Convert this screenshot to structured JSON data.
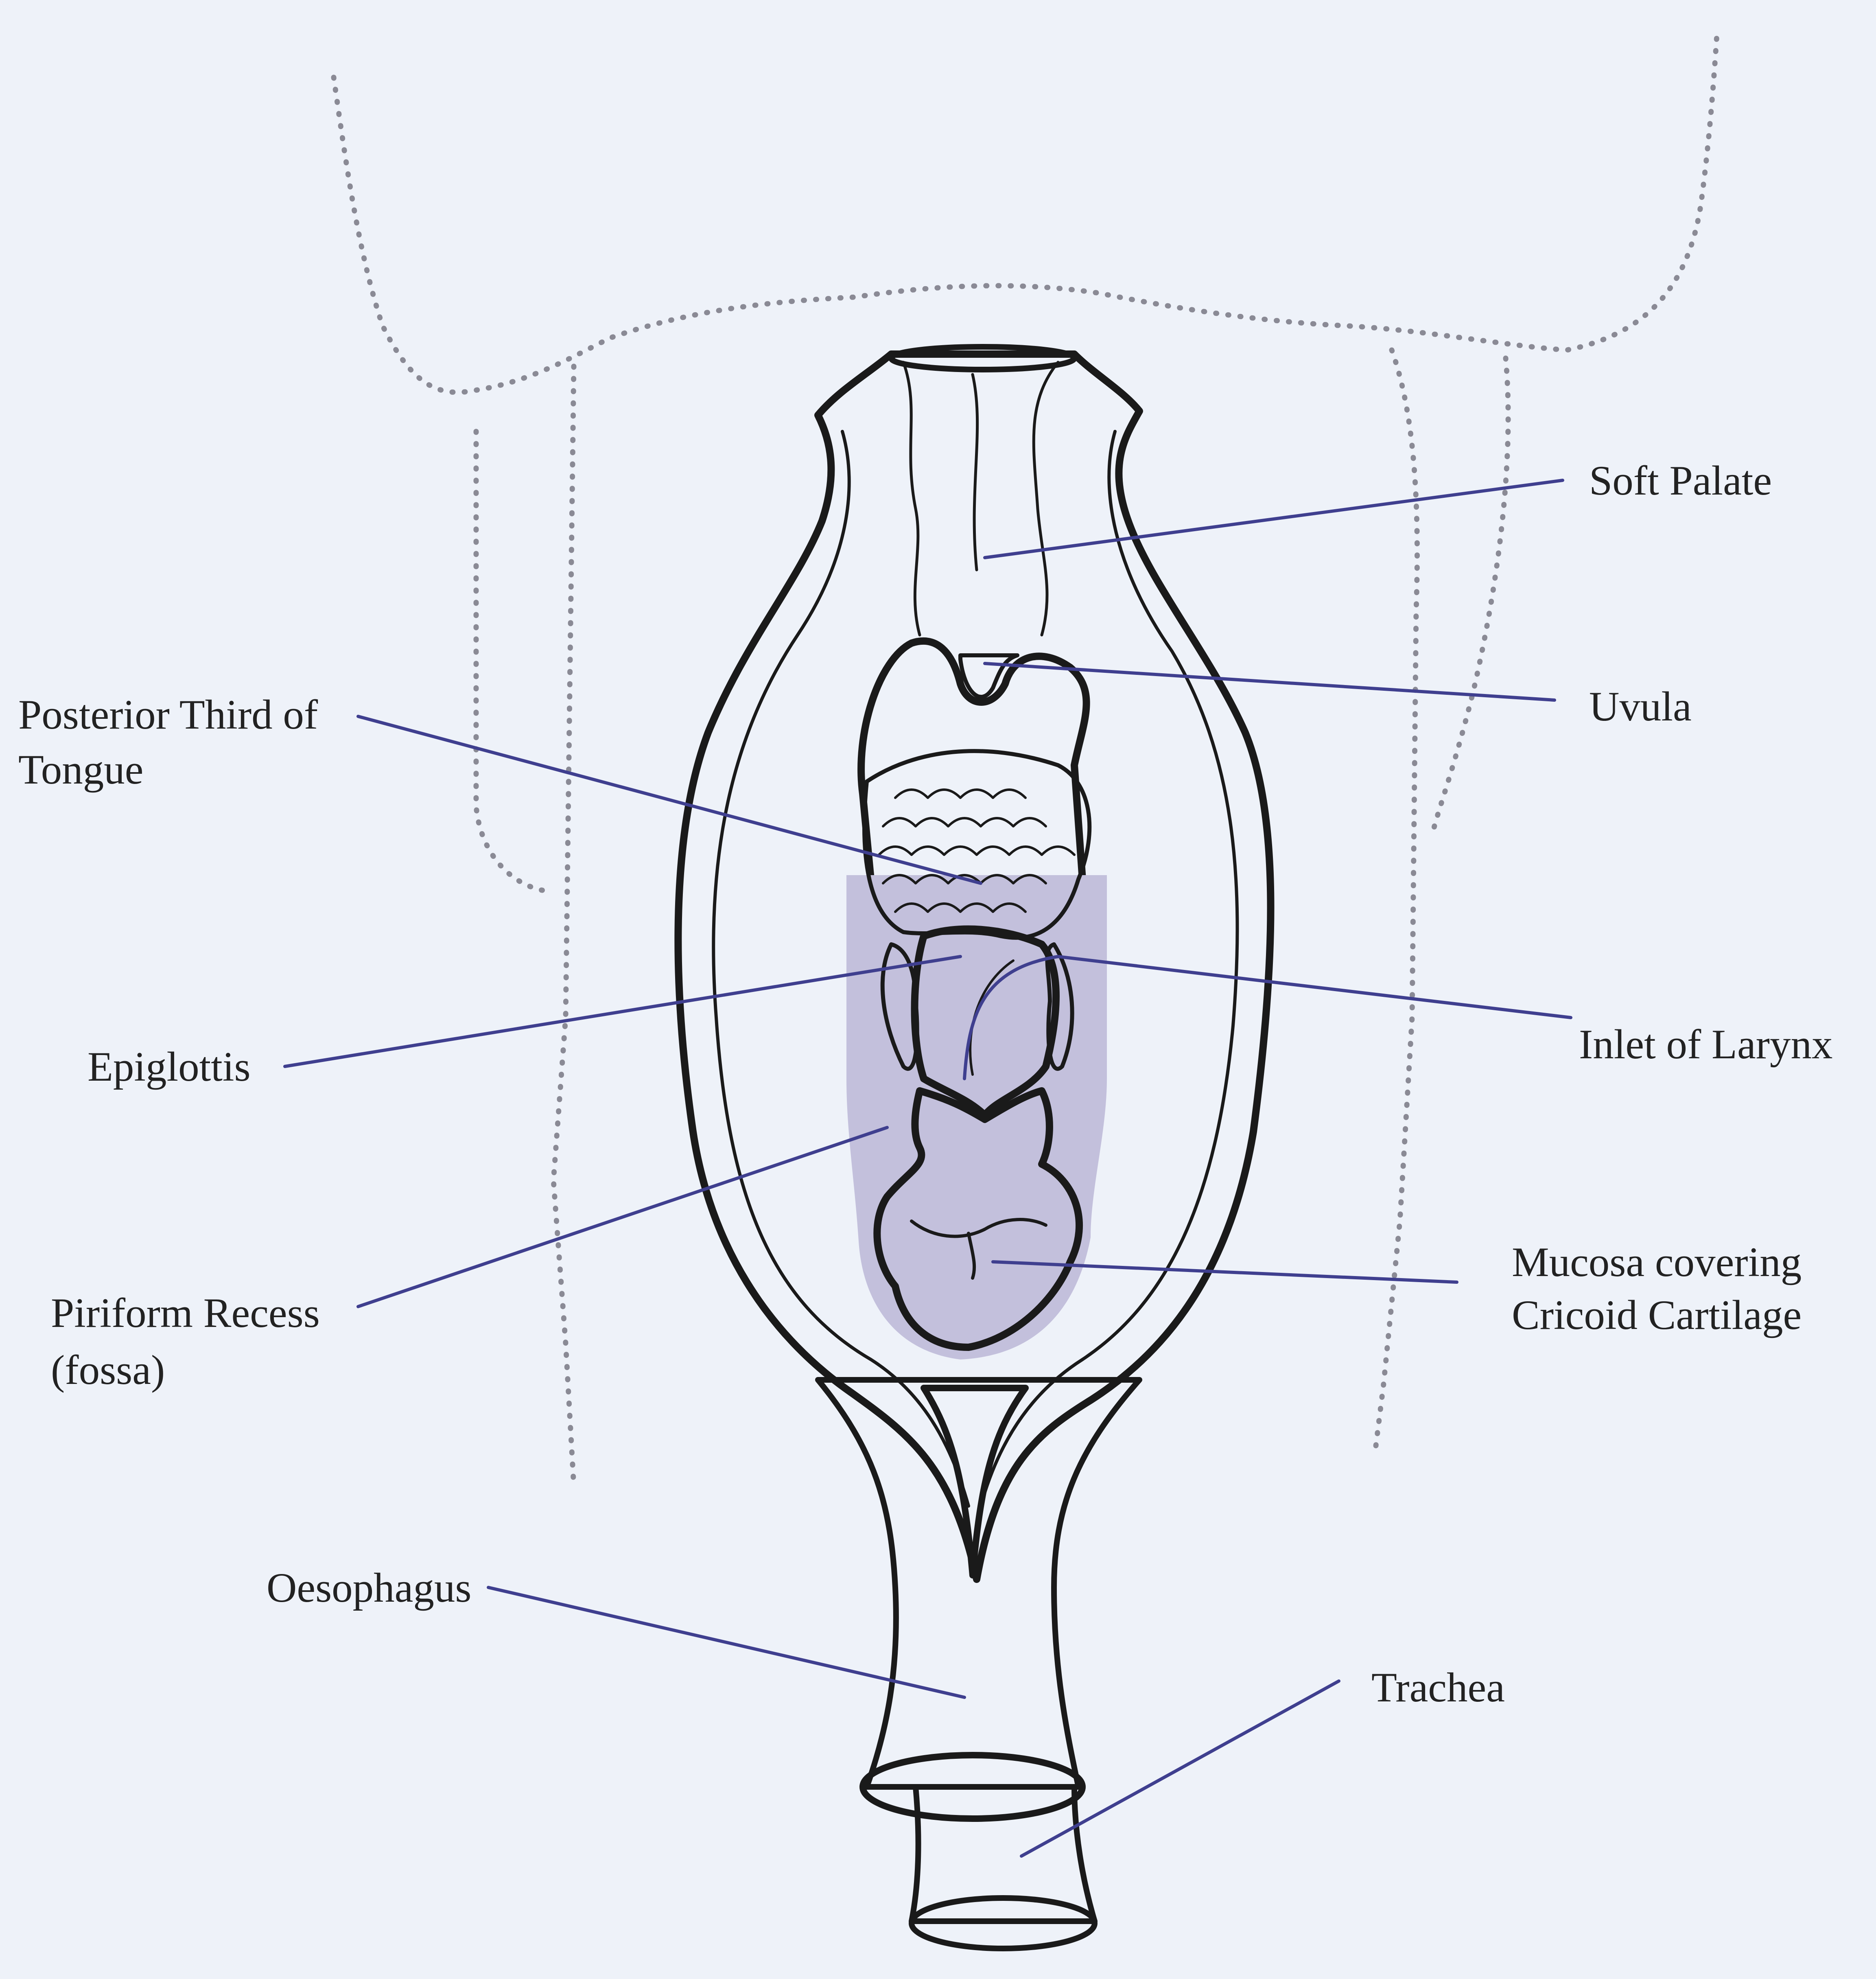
{
  "labels": {
    "soft_palate": "Soft Palate",
    "uvula": "Uvula",
    "posterior_third_line1": "Posterior Third of",
    "posterior_third_line2": "Tongue",
    "epiglottis": "Epiglottis",
    "inlet_of_larynx": "Inlet of Larynx",
    "piriform_line1": "Piriform Recess",
    "piriform_line2": "(fossa)",
    "mucosa_line1": "Mucosa covering",
    "mucosa_line2": "Cricoid Cartilage",
    "oesophagus": "Oesophagus",
    "trachea": "Trachea"
  },
  "colors": {
    "background": "#eef2f9",
    "pharynx_wall": "#f2b49c",
    "oral_cavity": "#a13350",
    "tongue": "#d65a7e",
    "epiglottis": "#d99aae",
    "piriform": "#c3c0dc",
    "cricoid_mucosa": "#f0dcea",
    "oesophagus": "#e489b6",
    "trachea": "#f0c8dc",
    "leader_lines": "#3f3f8f",
    "dotted_outline": "#8a8a95"
  }
}
